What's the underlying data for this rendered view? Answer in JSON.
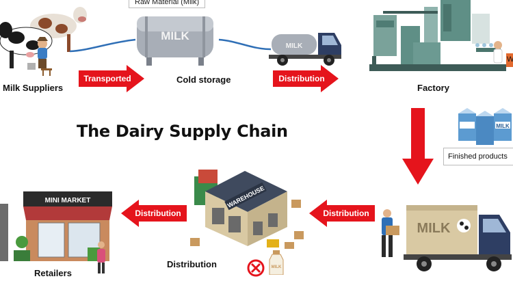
{
  "labels": {
    "raw_material": "Raw Material (Milk)",
    "milk_suppliers": "Milk Suppliers",
    "cold_storage": "Cold storage",
    "factory": "Factory",
    "finished_products": "Finished products",
    "distribution_warehouse": "Distribution",
    "retailers": "Retailers",
    "factory_side_cut": "W"
  },
  "title": "The Dairy Supply Chain",
  "arrows": {
    "transported": "Transported",
    "distribution_1": "Distribution",
    "distribution_2": "Distribution",
    "distribution_3": "Distribution"
  },
  "graphics_text": {
    "tank": "MILK",
    "truck_small": "MILK",
    "carton": "MILK",
    "truck_large": "MILK",
    "warehouse": "WAREHOUSE",
    "mini_market": "MINI MARKET",
    "bottle_label": "MILK"
  },
  "colors": {
    "arrow_red": "#e5141c",
    "tank_gray": "#a8aeb7",
    "truck_cab": "#2e3e63",
    "factory_green": "#5f8f86",
    "carton_blue": "#5c9bd1",
    "warehouse_roof": "#3f4a5e",
    "warehouse_wall": "#d9c9a3",
    "market_awning": "#b23a3a"
  }
}
